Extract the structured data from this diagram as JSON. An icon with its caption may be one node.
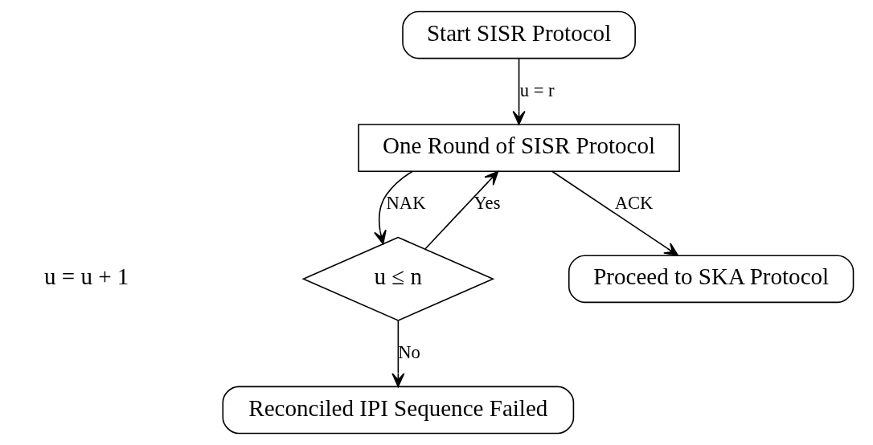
{
  "diagram": {
    "nodes": [
      {
        "text": [
          "Start SISR Protocol"
        ]
      },
      {
        "text": [
          "One Round of SISR Protocol"
        ]
      },
      {
        "text": [
          "u ≤ n"
        ]
      },
      {
        "text": [
          "Proceed to SKA Protocol"
        ]
      },
      {
        "text": [
          "Reconciled IPI Sequence Failed"
        ]
      }
    ],
    "edges": [
      {
        "from": 0,
        "to": 1,
        "arrow": "to",
        "label": "u = r"
      },
      {
        "from": 1,
        "to": 2,
        "arrow": "to",
        "label": "NAK"
      },
      {
        "from": 1,
        "to": 3,
        "arrow": "to",
        "label": "ACK"
      },
      {
        "from": 2,
        "to": 1,
        "arrow": "to",
        "label": "Yes"
      },
      {
        "from": 2,
        "to": 4,
        "arrow": "to",
        "label": "No"
      }
    ],
    "labels": [
      "u = u + 1"
    ]
  }
}
